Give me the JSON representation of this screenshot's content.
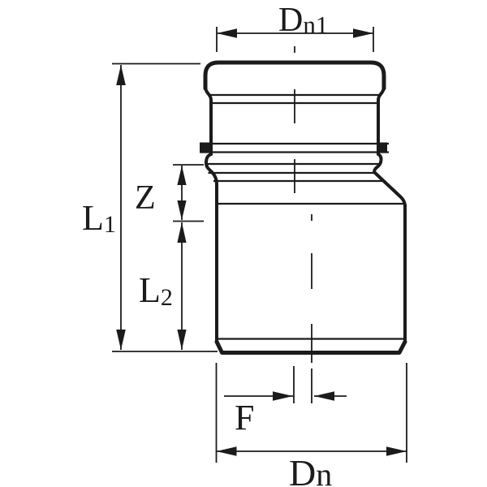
{
  "drawing": {
    "colors": {
      "line": "#1b1b1b",
      "background": "#ffffff"
    },
    "labels": {
      "dn1": {
        "main": "D",
        "sub": "n1"
      },
      "l1": {
        "main": "L",
        "sub": "1"
      },
      "z": {
        "main": "Z"
      },
      "l2": {
        "main": "L",
        "sub": "2"
      },
      "f": {
        "main": "F"
      },
      "dn": {
        "main": "D",
        "sub": "n"
      }
    }
  }
}
